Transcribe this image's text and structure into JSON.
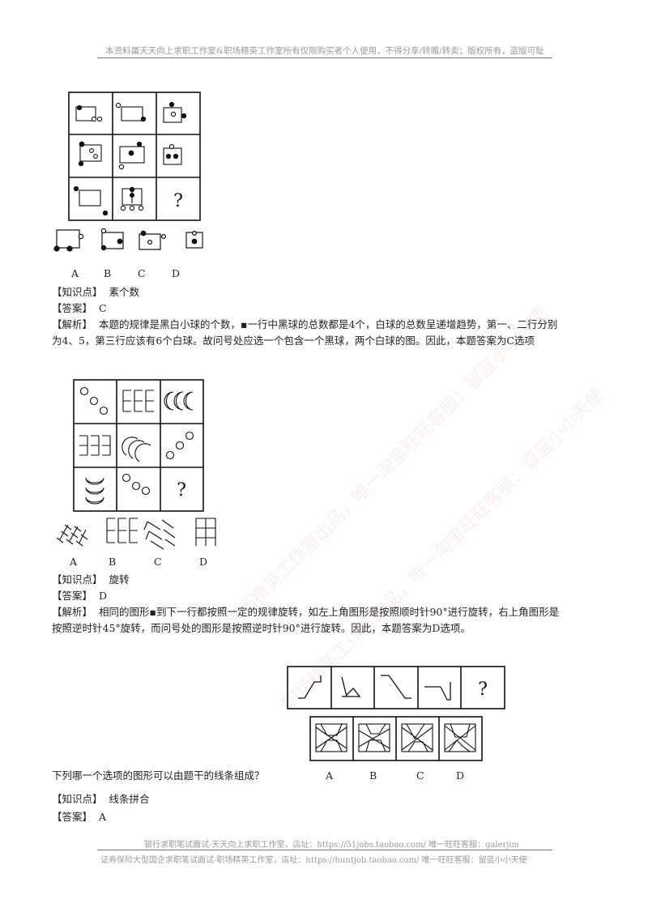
{
  "header": {
    "text": "本资料属天天向上求职工作室&职场精英工作室所有仅限购买者个人使用，不得分享/转赠/转卖；版权所有，盗版可耻"
  },
  "q1": {
    "options": [
      "A",
      "B",
      "C",
      "D"
    ],
    "question_mark": "?",
    "knowledge": {
      "label": "【知识点】",
      "value": "素个数"
    },
    "answer": {
      "label": "【答案】",
      "value": "C"
    },
    "analysis": {
      "label": "【解析】",
      "line1": "本题的规律是黑白小球的个数，▪一行中黑球的总数都是4个，白球的总数呈递增趋势，第一、二行分别",
      "line2": "为4、5，第三行应该有6个白球。故问号处应选一个包含一个黑球，两个白球的图。因此，本题答案为C选项"
    }
  },
  "q2": {
    "options": [
      "A",
      "B",
      "C",
      "D"
    ],
    "question_mark": "?",
    "knowledge": {
      "label": "【知识点】",
      "value": "旋转"
    },
    "answer": {
      "label": "【答案】",
      "value": "D"
    },
    "analysis": {
      "label": "【解析】",
      "line1": "相同的图形▪到下一行都按照一定的规律旋转，如左上角图形是按照顺时针90°进行旋转，右上角图形是",
      "line2": "按照逆时针45°旋转，而问号处的图形是按照逆时针90°进行旋转。因此，本题答案为D选项。"
    }
  },
  "q3": {
    "question": "下列哪一个选项的图形可以由题干的线条组成？",
    "question_mark": "?",
    "options": [
      "A",
      "B",
      "C",
      "D"
    ],
    "knowledge": {
      "label": "【知识点】",
      "value": "线条拼合"
    },
    "answer": {
      "label": "【答案】",
      "value": "A"
    }
  },
  "footer": {
    "line1": "银行求职笔试面试-天天向上求职工作室，店址：https://51jobs.taobao.com/ 唯一旺旺客服：galerjim",
    "line2": "证券保险大型国企求职笔试面试-职场精英工作室，店址：https://huntjob.taobao.com/ 唯一旺旺客服：留蓝小小天使"
  },
  "watermark": {
    "line1": "职场精英工作室出品，唯一淘宝旺旺客服：留蓝小小天使",
    "line2": "职场精英工作室出品，唯一淘宝旺旺客服：留蓝小小天使"
  }
}
